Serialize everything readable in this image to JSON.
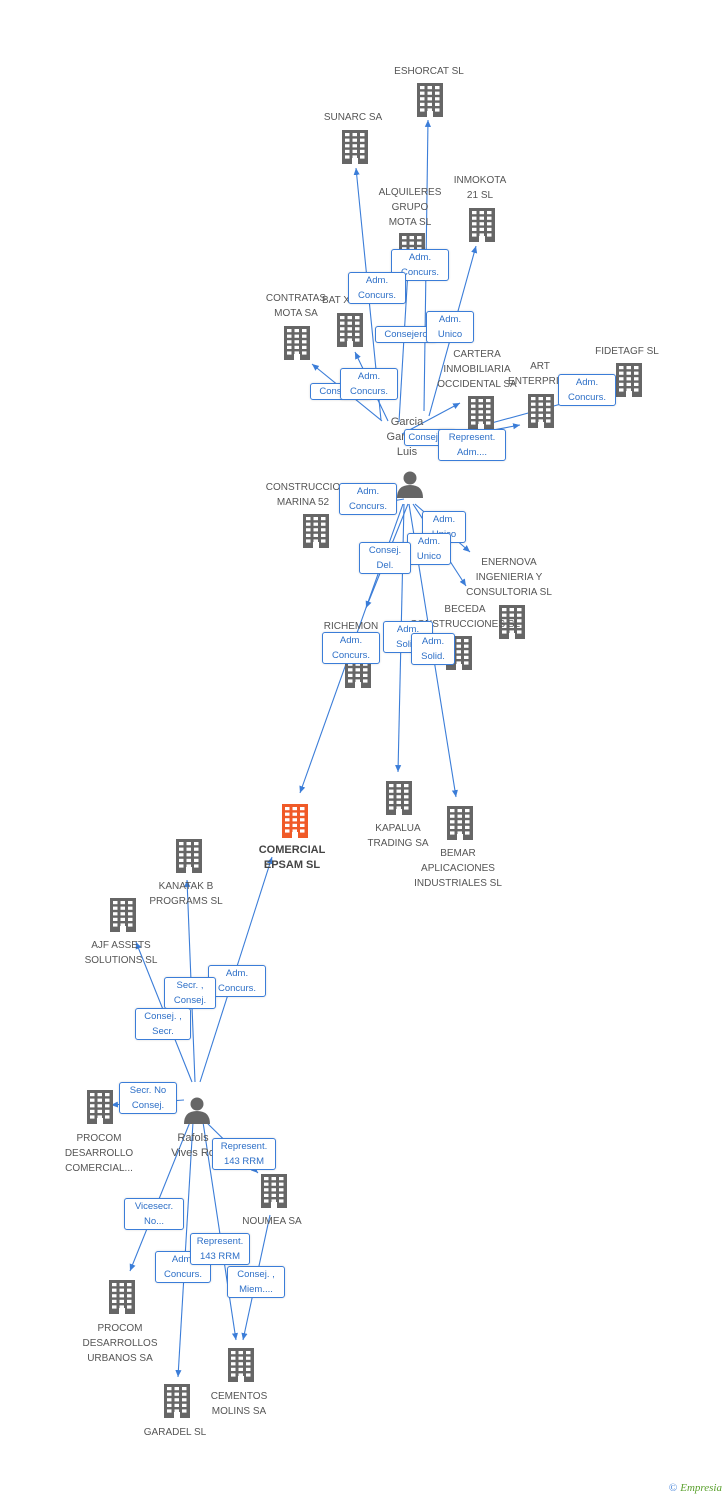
{
  "colors": {
    "edge": "#3b7dd8",
    "building": "#666666",
    "main_building": "#f05a28",
    "person": "#666666"
  },
  "footer": {
    "copyright_symbol": "©",
    "brand": "Empresia"
  },
  "nodes": [
    {
      "id": "eshorcat",
      "type": "company",
      "label": "ESHORCAT SL"
    },
    {
      "id": "sunarc",
      "type": "company",
      "label": "SUNARC SA"
    },
    {
      "id": "alquileres",
      "type": "company",
      "label": "ALQUILERES\nGRUPO\nMOTA SL"
    },
    {
      "id": "inmokota",
      "type": "company",
      "label": "INMOKOTA\n21 SL"
    },
    {
      "id": "contratas",
      "type": "company",
      "label": "CONTRATAS\nMOTA SA"
    },
    {
      "id": "batx",
      "type": "company",
      "label": "BAT X"
    },
    {
      "id": "cartera",
      "type": "company",
      "label": "CARTERA\nINMOBILIARIA\nOCCIDENTAL SA"
    },
    {
      "id": "art",
      "type": "company",
      "label": "ART\nENTERPRISE"
    },
    {
      "id": "fidetagf",
      "type": "company",
      "label": "FIDETAGF SL"
    },
    {
      "id": "garcia",
      "type": "person",
      "label": "Garcia\nGarcia J\nLuis"
    },
    {
      "id": "construcc",
      "type": "company",
      "label": "CONSTRUCCIO\nMARINA 52"
    },
    {
      "id": "enernova",
      "type": "company",
      "label": "ENERNOVA\nINGENIERIA Y\nCONSULTORIA SL"
    },
    {
      "id": "beceda",
      "type": "company",
      "label": "BECEDA\nCONSTRUCCIONES SL"
    },
    {
      "id": "richemon",
      "type": "company",
      "label": "RICHEMON"
    },
    {
      "id": "kapalua",
      "type": "company",
      "label": "KAPALUA\nTRADING SA"
    },
    {
      "id": "bemar",
      "type": "company",
      "label": "BEMAR\nAPLICACIONES\nINDUSTRIALES SL"
    },
    {
      "id": "comercial",
      "type": "main",
      "label": "COMERCIAL\nEPSAM SL"
    },
    {
      "id": "kanatak",
      "type": "company",
      "label": "KANATAK B\nPROGRAMS SL"
    },
    {
      "id": "ajf",
      "type": "company",
      "label": "AJF ASSETS\nSOLUTIONS SL"
    },
    {
      "id": "procom1",
      "type": "company",
      "label": "PROCOM\nDESARROLLO\nCOMERCIAL..."
    },
    {
      "id": "rafols",
      "type": "person",
      "label": "Rafols\nVives Ro"
    },
    {
      "id": "noumea",
      "type": "company",
      "label": "NOUMEA SA"
    },
    {
      "id": "procom2",
      "type": "company",
      "label": "PROCOM\nDESARROLLOS\nURBANOS SA"
    },
    {
      "id": "cementos",
      "type": "company",
      "label": "CEMENTOS\nMOLINS SA"
    },
    {
      "id": "garadel",
      "type": "company",
      "label": "GARADEL SL"
    }
  ],
  "edges": [
    {
      "from": "garcia",
      "to": "eshorcat",
      "label": "Adm.\nConcurs."
    },
    {
      "from": "garcia",
      "to": "sunarc",
      "label": "Adm.\nConcurs."
    },
    {
      "from": "garcia",
      "to": "alquileres",
      "label": "Consejero"
    },
    {
      "from": "garcia",
      "to": "inmokota",
      "label": "Adm.\nUnico"
    },
    {
      "from": "garcia",
      "to": "contratas",
      "label": "Consejero"
    },
    {
      "from": "garcia",
      "to": "batx",
      "label": "Adm.\nConcurs."
    },
    {
      "from": "garcia",
      "to": "cartera",
      "label": "Consejero"
    },
    {
      "from": "garcia",
      "to": "art",
      "label": "Represent.\nAdm...."
    },
    {
      "from": "garcia",
      "to": "fidetagf",
      "label": "Adm.\nConcurs."
    },
    {
      "from": "garcia",
      "to": "construcc",
      "label": "Adm.\nConcurs."
    },
    {
      "from": "garcia",
      "to": "enernova",
      "label": "Adm.\nUnico"
    },
    {
      "from": "garcia",
      "to": "beceda",
      "label": "Adm.\nUnico"
    },
    {
      "from": "garcia",
      "to": "richemon",
      "label": "Consej.\nDel."
    },
    {
      "from": "garcia",
      "to": "comercial",
      "label": "Adm.\nConcurs."
    },
    {
      "from": "garcia",
      "to": "kapalua",
      "label": "Adm.\nSolid."
    },
    {
      "from": "garcia",
      "to": "bemar",
      "label": "Adm.\nSolid."
    },
    {
      "from": "rafols",
      "to": "comercial",
      "label": "Adm.\nConcurs."
    },
    {
      "from": "rafols",
      "to": "kanatak",
      "label": "Secr. ,\nConsej."
    },
    {
      "from": "rafols",
      "to": "ajf",
      "label": "Consej. ,\nSecr."
    },
    {
      "from": "rafols",
      "to": "procom1",
      "label": "Secr. No\nConsej."
    },
    {
      "from": "rafols",
      "to": "noumea",
      "label": "Represent.\n143 RRM"
    },
    {
      "from": "rafols",
      "to": "procom2",
      "label": "Vicesecr.\nNo..."
    },
    {
      "from": "rafols",
      "to": "garadel",
      "label": "Adm.\nConcurs."
    },
    {
      "from": "rafols",
      "to": "cementos",
      "label": "Represent.\n143 RRM"
    },
    {
      "from": "noumea",
      "to": "cementos",
      "label": "Consej. ,\nMiem...."
    }
  ]
}
